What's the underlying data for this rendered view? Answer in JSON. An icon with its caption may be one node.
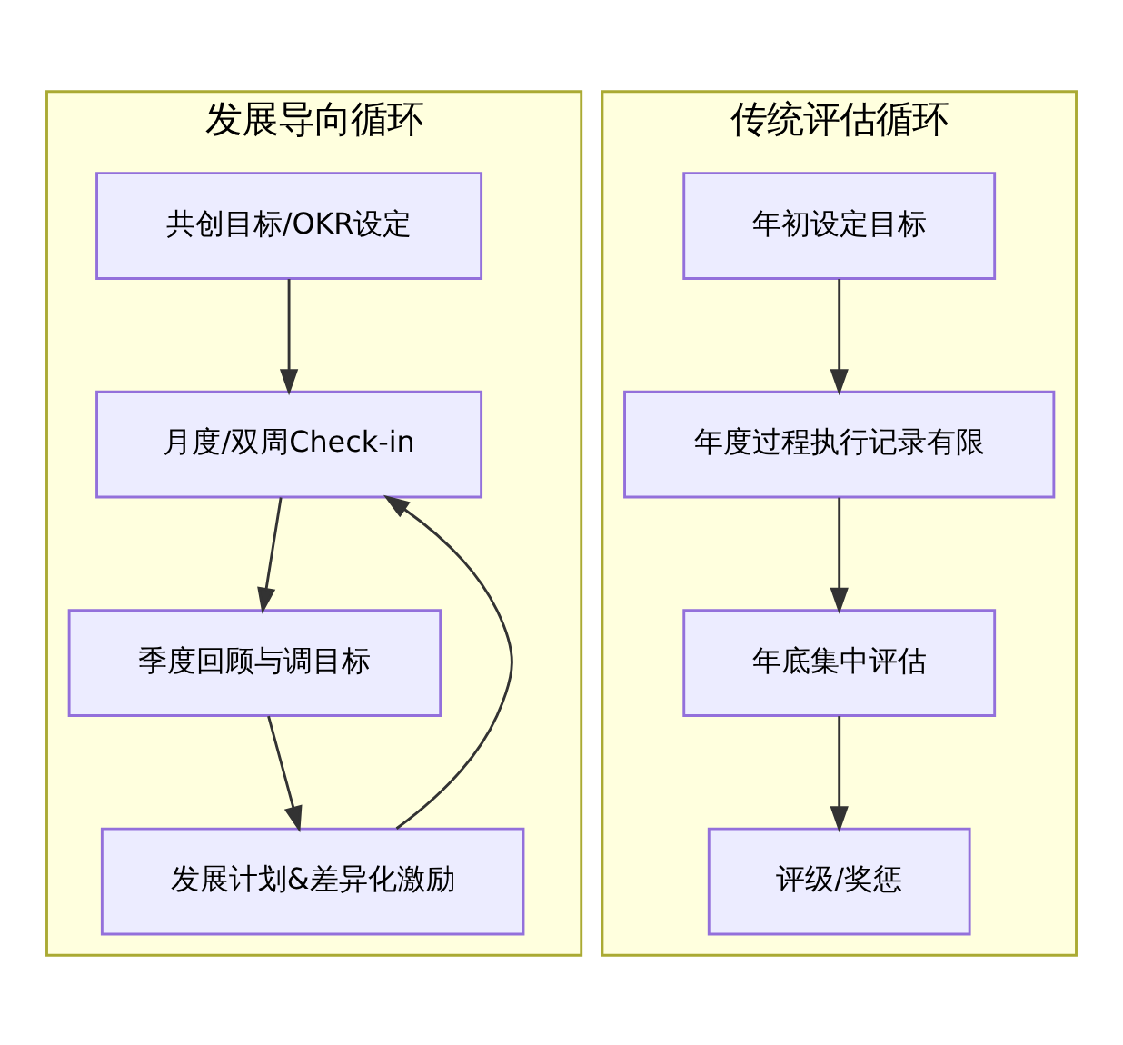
{
  "diagram": {
    "nodes": [
      {
        "text": [
          "发展导向循环"
        ]
      },
      {
        "text": [
          "共创目标/OKR设定"
        ],
        "in": 0
      },
      {
        "text": [
          "月度/双周Check-in"
        ],
        "in": 0
      },
      {
        "text": [
          "季度回顾与调目标"
        ],
        "in": 0
      },
      {
        "text": [
          "发展计划&差异化激励"
        ],
        "in": 0
      },
      {
        "text": [
          "传统评估循环"
        ]
      },
      {
        "text": [
          "年初设定目标"
        ],
        "in": 5
      },
      {
        "text": [
          "年度过程执行记录有限"
        ],
        "in": 5
      },
      {
        "text": [
          "年底集中评估"
        ],
        "in": 5
      },
      {
        "text": [
          "评级/奖惩"
        ],
        "in": 5
      }
    ],
    "edges": [
      {
        "from": 1,
        "to": 2,
        "arrow": "to"
      },
      {
        "from": 2,
        "to": 3,
        "arrow": "to"
      },
      {
        "from": 3,
        "to": 4,
        "arrow": "to"
      },
      {
        "from": 4,
        "to": 2,
        "arrow": "to"
      },
      {
        "from": 6,
        "to": 7,
        "arrow": "to"
      },
      {
        "from": 7,
        "to": 8,
        "arrow": "to"
      },
      {
        "from": 8,
        "to": 9,
        "arrow": "to"
      }
    ]
  }
}
